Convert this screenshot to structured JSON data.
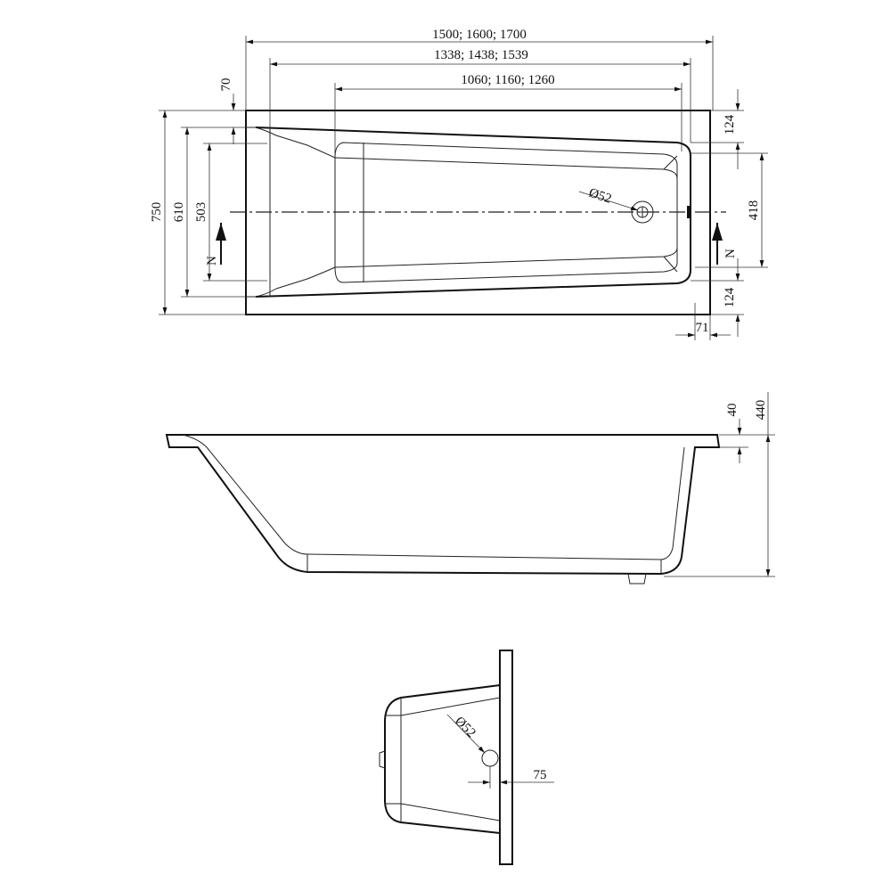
{
  "top_view": {
    "dim_overall_length": "1500; 1600; 1700",
    "dim_inner_length": "1338; 1438; 1539",
    "dim_bottom_length": "1060; 1160; 1260",
    "dim_width": "750",
    "dim_inner_width": "610",
    "dim_bottom_width": "503",
    "dim_rim_left": "70",
    "dim_rim_top_right": "124",
    "dim_rim_bottom_right": "124",
    "dim_drain_spacing": "418",
    "dim_rim_end": "71",
    "drain_diameter": "Ø52",
    "section_mark_left": "N",
    "section_mark_right": "N"
  },
  "side_view": {
    "dim_rim_thickness": "40",
    "dim_height": "440"
  },
  "end_view": {
    "overflow_diameter": "Ø52",
    "dim_overflow_offset": "75"
  }
}
